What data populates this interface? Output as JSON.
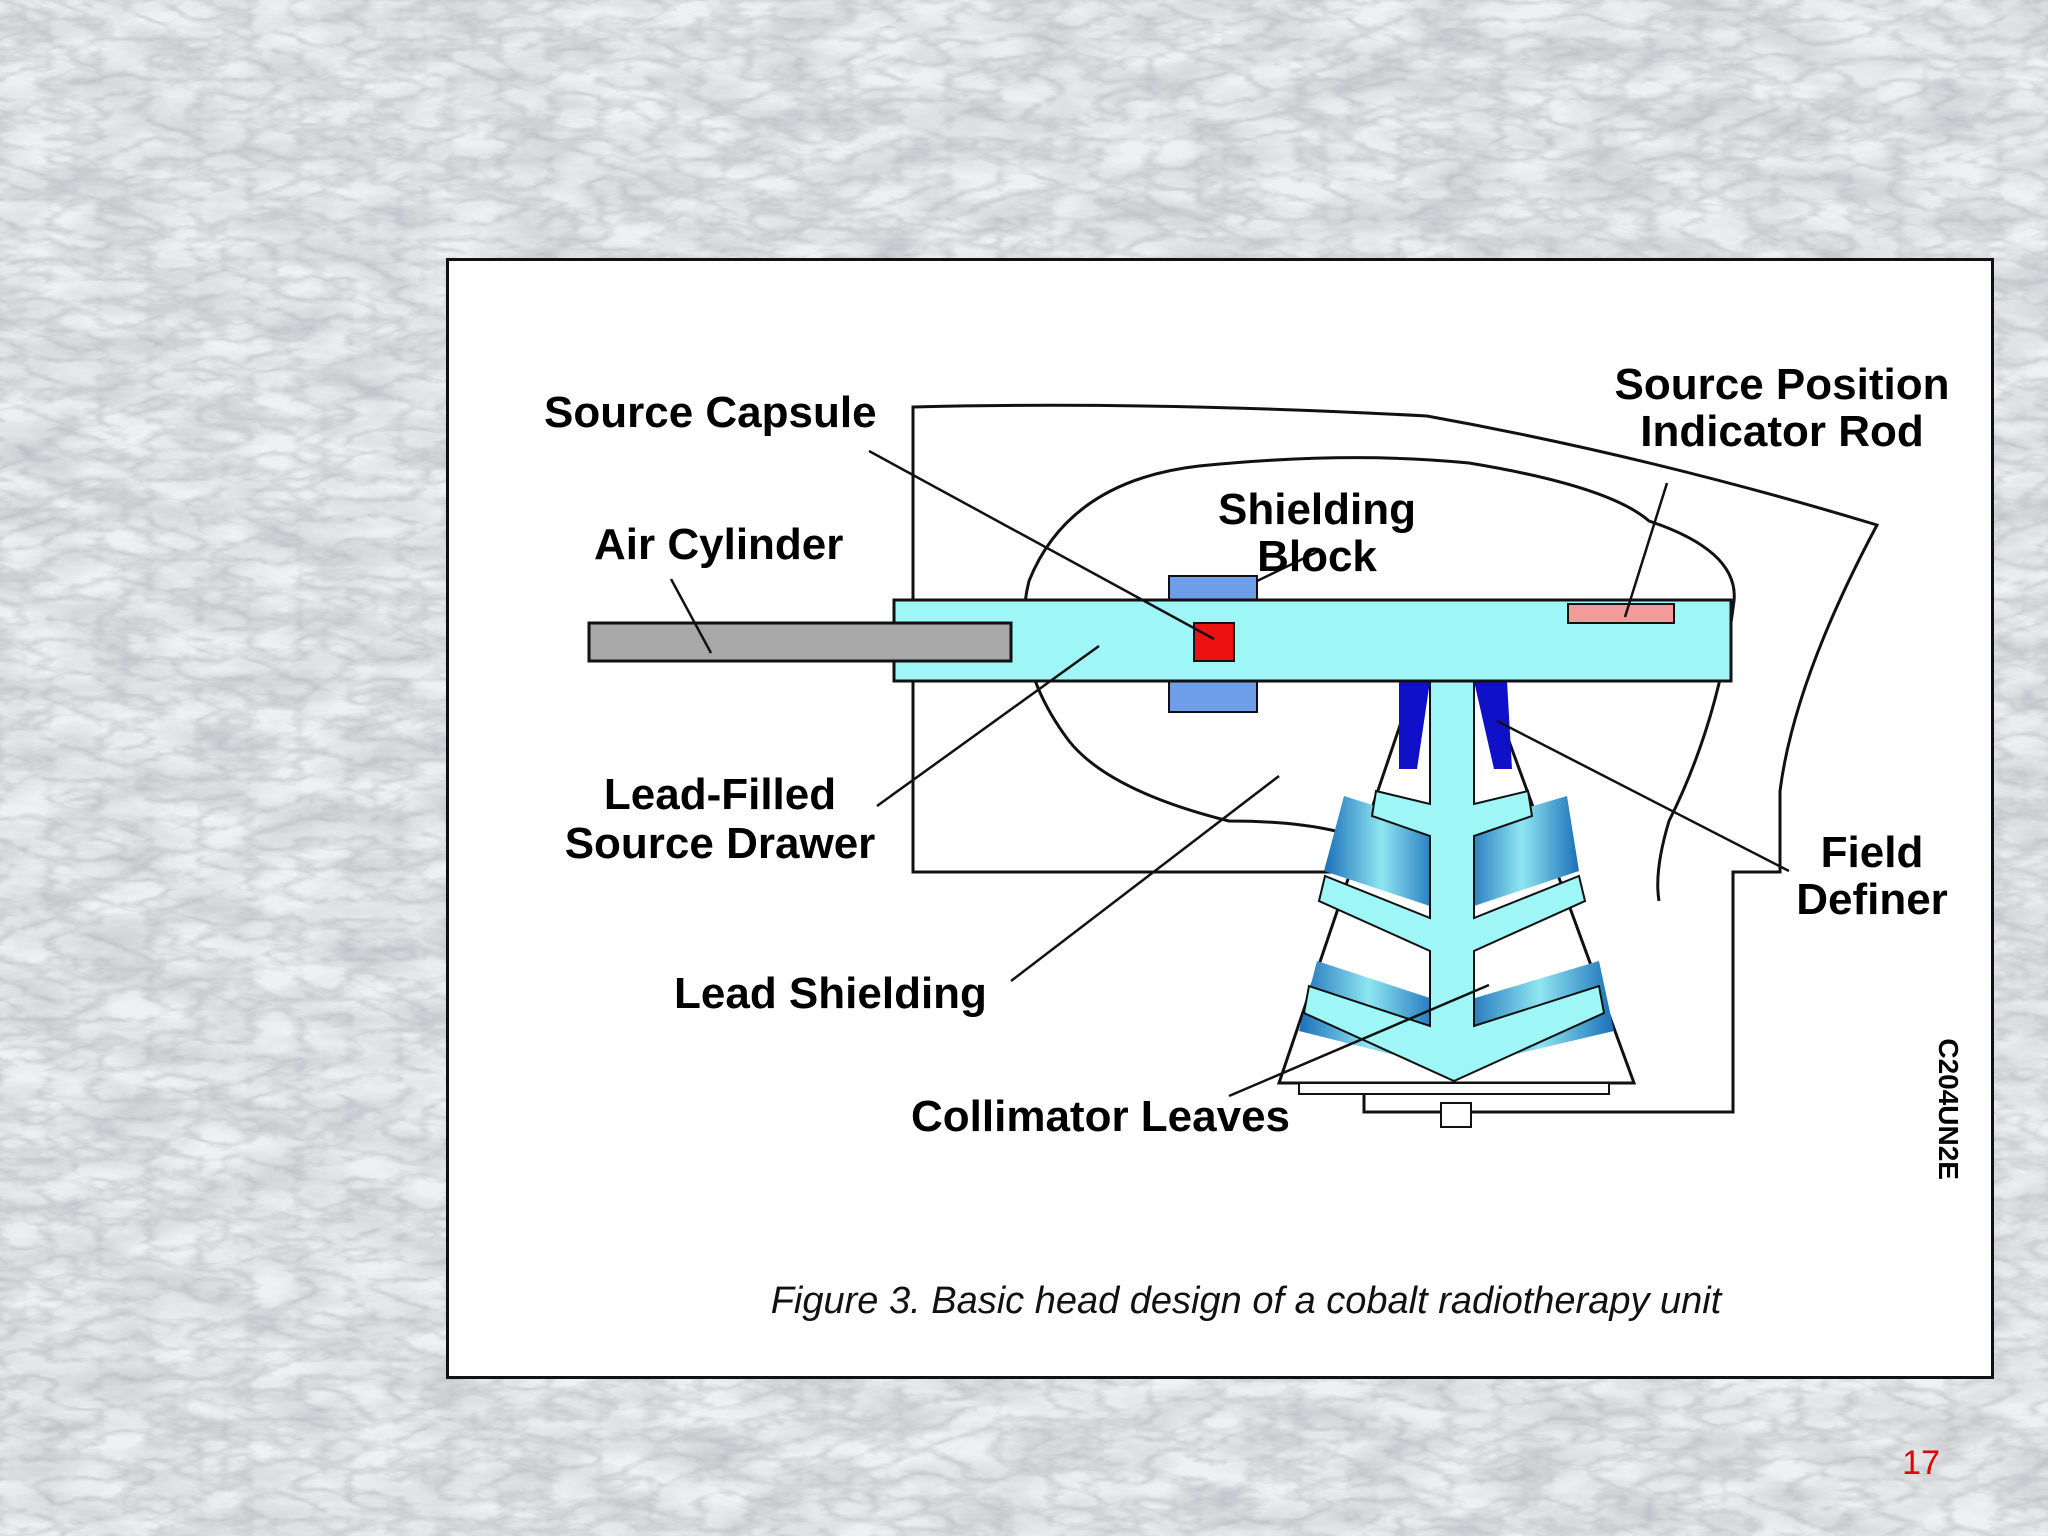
{
  "slide": {
    "page_number": "17"
  },
  "figure": {
    "caption": "Figure 3. Basic head design of a cobalt radiotherapy unit",
    "code": "C204UN2E",
    "labels": {
      "source_capsule": "Source Capsule",
      "air_cylinder": "Air Cylinder",
      "shielding_block_1": "Shielding",
      "shielding_block_2": "Block",
      "source_position_1": "Source Position",
      "source_position_2": "Indicator Rod",
      "lead_filled_1": "Lead-Filled",
      "lead_filled_2": "Source Drawer",
      "lead_shielding": "Lead Shielding",
      "field_definer_1": "Field",
      "field_definer_2": "Definer",
      "collimator_leaves": "Collimator Leaves"
    },
    "colors": {
      "drawer": "#9ef6f6",
      "air_cylinder": "#a8a8a8",
      "shielding_block": "#6f9ee8",
      "source_capsule": "#ee1111",
      "indicator_rod": "#f39a9a",
      "field_definer": "#1010c8",
      "collimator_leaf": "#2a8cc8"
    }
  }
}
